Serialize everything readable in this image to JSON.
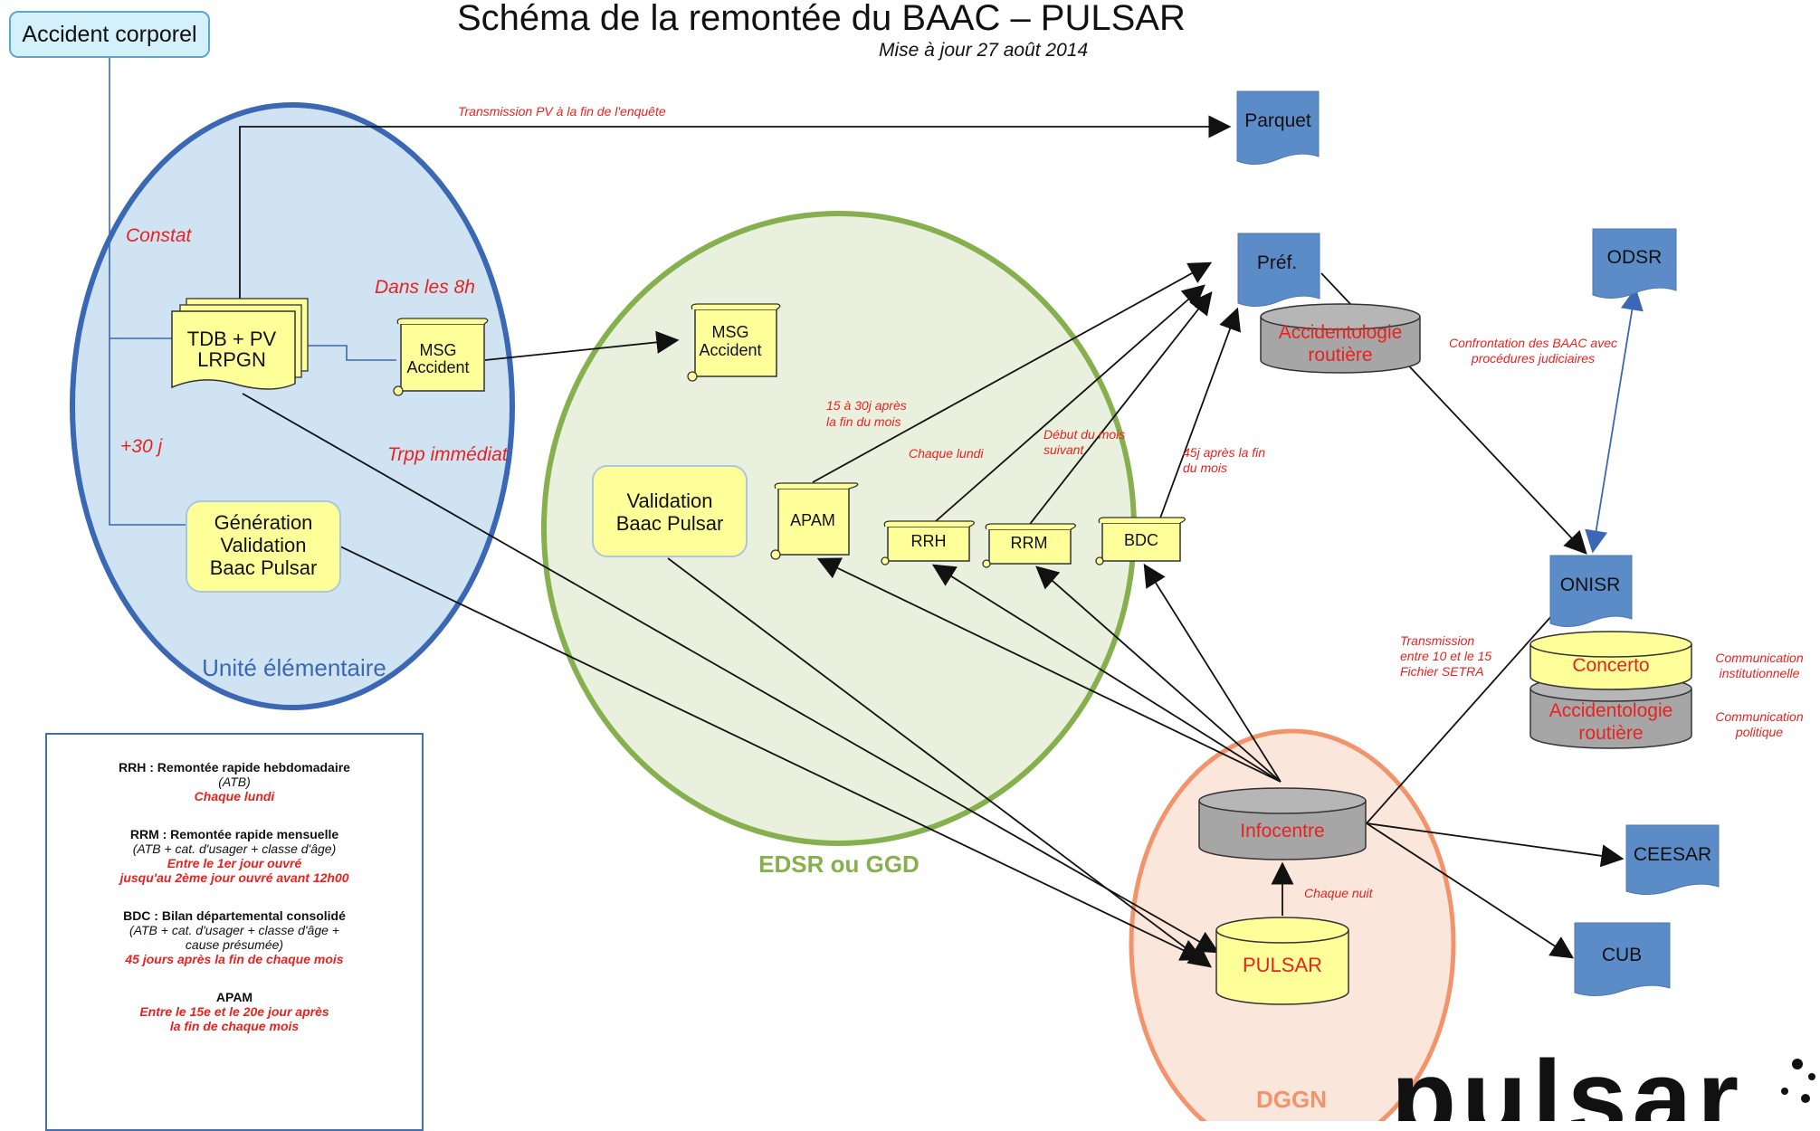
{
  "header": {
    "title": "Schéma de la remontée du BAAC – PULSAR",
    "subtitle": "Mise à jour 27 août 2014"
  },
  "start": {
    "label": "Accident corporel"
  },
  "zones": {
    "unite": "Unité élémentaire",
    "edsr": "EDSR ou GGD",
    "dggn": "DGGN"
  },
  "nodes": {
    "tdb": [
      "TDB + PV",
      "LRPGN"
    ],
    "msg1": [
      "MSG",
      "Accident"
    ],
    "generation": [
      "Génération",
      "Validation",
      "Baac Pulsar"
    ],
    "msg2": [
      "MSG",
      "Accident"
    ],
    "validation": [
      "Validation",
      "Baac Pulsar"
    ],
    "apam": "APAM",
    "rrh": "RRH",
    "rrm": "RRM",
    "bdc": "BDC",
    "parquet": "Parquet",
    "pref": "Préf.",
    "odsr": "ODSR",
    "onisr": "ONISR",
    "ceesar": "CEESAR",
    "cub": "CUB",
    "acc_pref": [
      "Accidentologie",
      "routière"
    ],
    "concerto": "Concerto",
    "acc_onisr": [
      "Accidentologie",
      "routière"
    ],
    "infocentre": "Infocentre",
    "pulsar": "PULSAR"
  },
  "annotations": {
    "transmission_pv": "Transmission PV à la fin de l'enquête",
    "constat": "Constat",
    "dans_8h": "Dans les 8h",
    "plus30": "+30 j",
    "trpp": "Trpp immédiat",
    "apam_delay": [
      "15 à 30j après",
      "la fin du mois"
    ],
    "chaque_lundi": "Chaque lundi",
    "debut_mois": [
      "Début du mois",
      "suivant"
    ],
    "bdc_delay": [
      "45j après la fin",
      "du mois"
    ],
    "confrontation": [
      "Confrontation des BAAC avec",
      "procédures judiciaires"
    ],
    "transmission_setra": [
      "Transmission",
      "entre 10 et le 15",
      "Fichier SETRA"
    ],
    "comm_inst": [
      "Communication",
      "institutionnelle"
    ],
    "comm_pol": [
      "Communication",
      "politique"
    ],
    "chaque_nuit": "Chaque nuit"
  },
  "legend": {
    "rrh_title": "RRH : Remontée rapide hebdomadaire",
    "rrh_sub": "(ATB)",
    "rrh_red": "Chaque lundi",
    "rrm_title": "RRM : Remontée rapide mensuelle",
    "rrm_sub": "(ATB + cat. d'usager + classe d'âge)",
    "rrm_red1": "Entre le 1er jour ouvré",
    "rrm_red2": "jusqu'au 2ème jour ouvré avant 12h00",
    "bdc_title": "BDC : Bilan départemental consolidé",
    "bdc_sub1": "(ATB + cat. d'usager + classe d'âge +",
    "bdc_sub2": "cause présumée)",
    "bdc_red": "45 jours après la fin de chaque mois",
    "apam_title": "APAM",
    "apam_red1": "Entre le 15e et le 20e jour après",
    "apam_red2": "la fin de chaque mois"
  },
  "logo": {
    "text": "pulsar"
  },
  "colors": {
    "blue_zone_fill": "#cfe3f3",
    "blue_zone_stroke": "#3b68b4",
    "green_zone_fill": "#eaf0de",
    "green_zone_stroke": "#86b04e",
    "orange_zone_fill": "#fbe6dc",
    "orange_zone_stroke": "#f2936b",
    "yellow_node": "#ffff99",
    "doc_blue": "#5b8cc8",
    "db_grey": "#a6a6a6",
    "annotation_red": "#e8231f"
  }
}
